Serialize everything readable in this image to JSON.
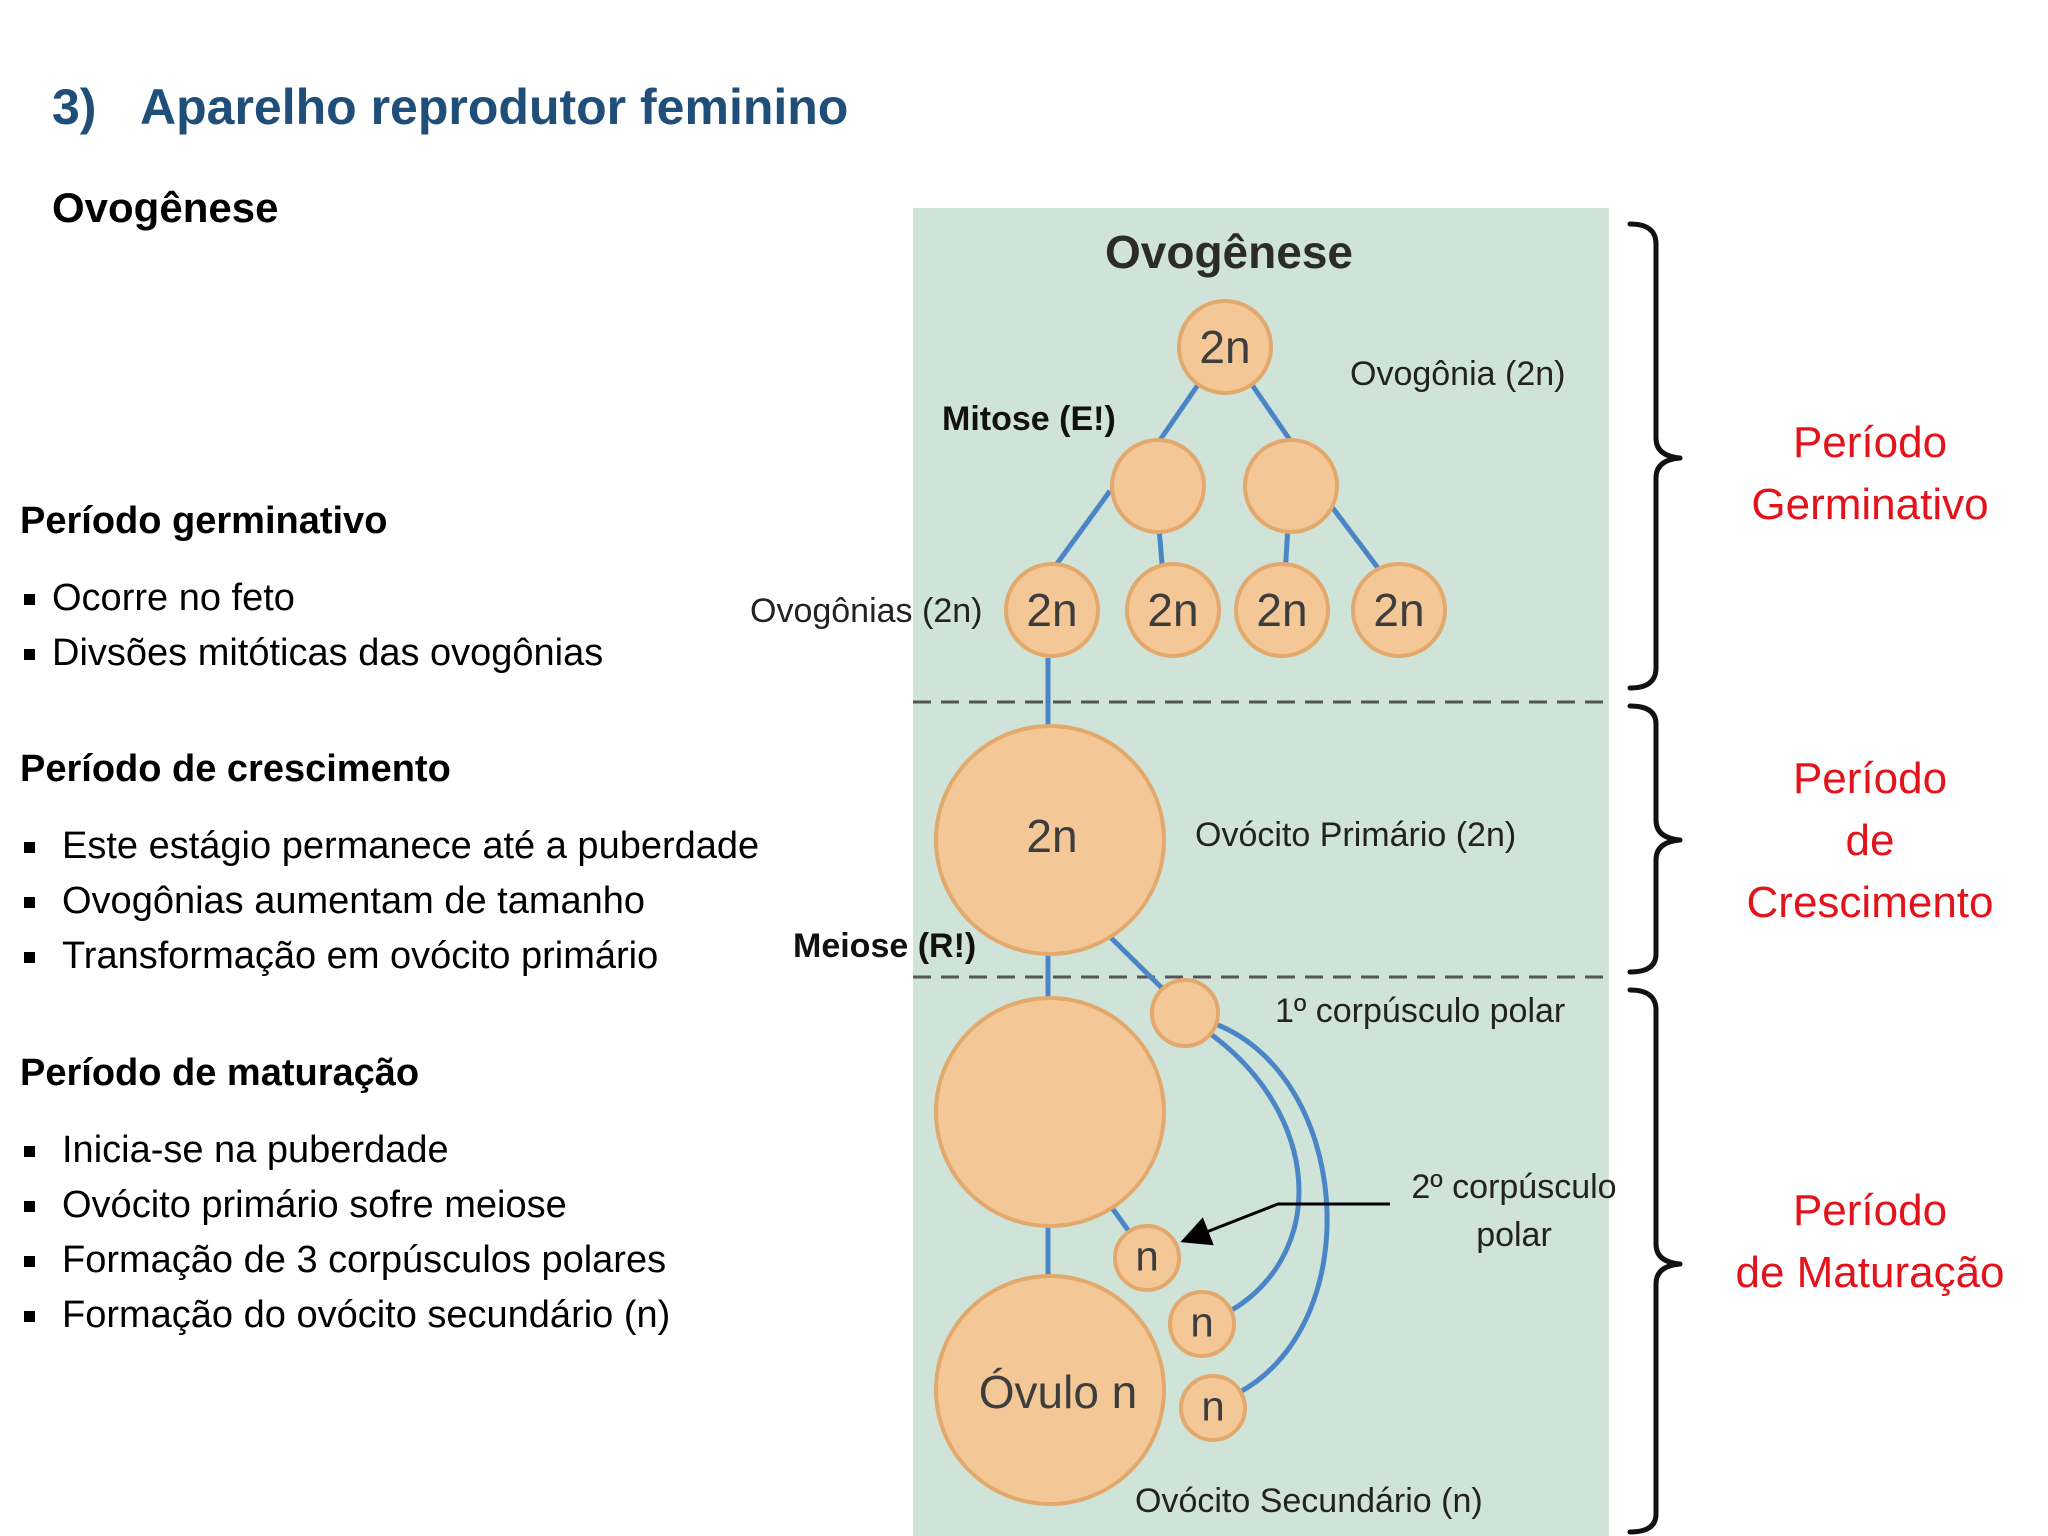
{
  "header": {
    "number": "3)",
    "title": "Aparelho reprodutor feminino",
    "subtitle": "Ovogênese"
  },
  "sections": {
    "germinativo": {
      "heading": "Período germinativo",
      "items": [
        "Ocorre no feto",
        "Divsões mitóticas das ovogônias"
      ]
    },
    "crescimento": {
      "heading": "Período de crescimento",
      "items": [
        "Este estágio permanece até a puberdade",
        "Ovogônias aumentam de tamanho",
        "Transformação em ovócito primário"
      ]
    },
    "maturacao": {
      "heading": "Período de maturação",
      "items": [
        "Inicia-se na puberdade",
        "Ovócito primário sofre meiose",
        "Formação de 3 corpúsculos polares",
        "Formação do ovócito secundário (n)"
      ]
    }
  },
  "diagram": {
    "title": "Ovogênese",
    "mitose_label": "Mitose (E!)",
    "meiose_label": "Meiose (R!)",
    "ovogonia_label": "Ovogônia (2n)",
    "ovogonias_label": "Ovogônias (2n)",
    "ovocito_primario_label": "Ovócito Primário (2n)",
    "corpusculo1_label": "1º corpúsculo polar",
    "corpusculo2_line1": "2º corpúsculo",
    "corpusculo2_line2": "polar",
    "ovocito_secundario_label": "Ovócito Secundário (n)",
    "ploidy_2n": "2n",
    "ploidy_n": "n",
    "ovulo_label": "Óvulo n"
  },
  "periods": {
    "germinativo": [
      "Período",
      "Germinativo"
    ],
    "crescimento": [
      "Período",
      "de",
      "Crescimento"
    ],
    "maturacao": [
      "Período",
      "de Maturação"
    ]
  },
  "colors": {
    "title": "#1f4e79",
    "period_text": "#e3131b",
    "diagram_bg": "#cfe3d8",
    "cell_fill": "#f4c896",
    "cell_stroke": "#e3a86c",
    "line": "#4a86c5"
  }
}
